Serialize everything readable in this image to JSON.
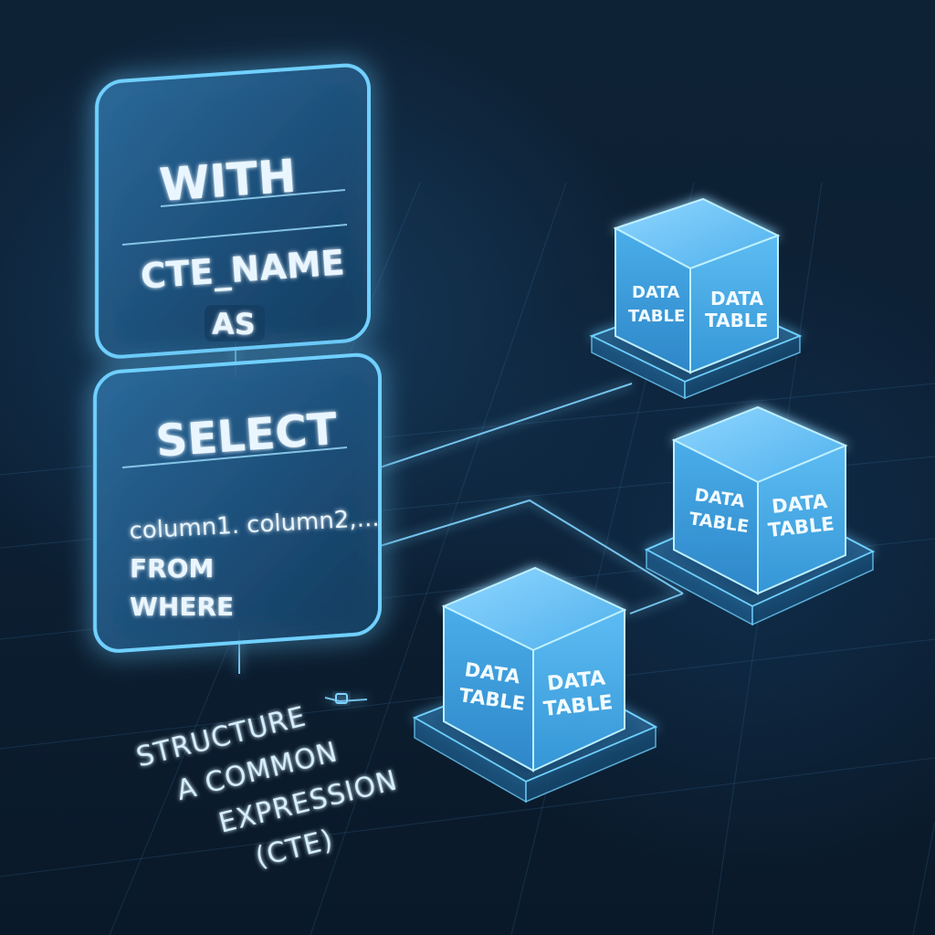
{
  "with_panel": {
    "keyword": "WITH",
    "name": "CTE_NAME",
    "connector": "AS"
  },
  "select_panel": {
    "keyword": "SELECT",
    "columns": "column1. column2,...",
    "from": "FROM",
    "where": "WHERE"
  },
  "caption": {
    "line1": "STRUCTURE",
    "line2": "A COMMON",
    "line3": "EXPRESSION",
    "line4": "(CTE)"
  },
  "tables": [
    {
      "left_line1": "DATA",
      "left_line2": "TABLE",
      "right_line1": "DATA",
      "right_line2": "TABLE"
    },
    {
      "left_line1": "DATA",
      "left_line2": "TABLE",
      "right_line1": "DATA",
      "right_line2": "TABLE"
    },
    {
      "left_line1": "DATA",
      "left_line2": "TABLE",
      "right_line1": "DATA",
      "right_line2": "TABLE"
    }
  ],
  "colors": {
    "accent_glow": "#5cc8ff",
    "panel_fill": "#1a4a72",
    "cube_face": "#3ea6e6",
    "background": "#0c1f33"
  }
}
